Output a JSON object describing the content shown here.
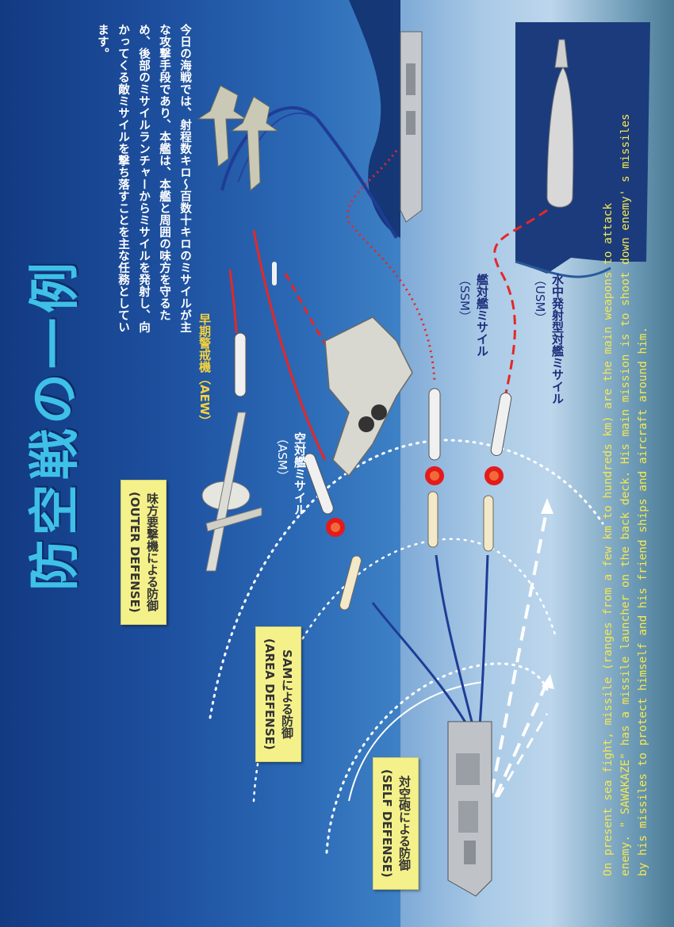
{
  "title": "防空戦の一例",
  "intro_text": "今日の海戦では、射程数キロ～百数十キロのミサイルが主な攻撃手段であり、本艦は、本艦と周囲の味方を守るため、後部のミサイルランチャーからミサイルを発射し、向かってくる敵ミサイルを撃ち落すことを主な任務としています。",
  "defense_zones": {
    "outer": {
      "jp": "味方要撃機による防御",
      "en": "(OUTER DEFENSE)"
    },
    "area": {
      "jp": "SAMによる防御",
      "en": "(AREA DEFENSE)"
    },
    "self": {
      "jp": "対空砲による防御",
      "en": "(SELF DEFENSE)"
    }
  },
  "threat_labels": {
    "aew": "早期警戒機（AEW）",
    "asm": {
      "jp": "空対艦ミサイル",
      "en": "（ASM）"
    },
    "ssm": {
      "jp": "艦対艦ミサイル",
      "en": "（SSM）"
    },
    "usm": {
      "jp": "水中発射型対艦ミサイル",
      "en": "（USM）"
    }
  },
  "english_caption": [
    "On present sea fight, missile (ranges from a few km to hundreds km) are the main weapons to attack",
    "enemy. \" SAWAKAZE\"  has a missile launcher on the back deck. His main mission is to shoot down enemy' s missiles",
    "by his missiles to protect himself and his friend ships and aircraft around him."
  ],
  "colors": {
    "title": "#3ec0e8",
    "label_box": "#f5f18a",
    "caption": "#f4e850",
    "aew_label": "#f5d23c",
    "ssm_label": "#1c2c7a",
    "enemy_track": "#e32828",
    "friendly_track": "#1f3c96"
  },
  "icons": [
    "fighter-jet-icon",
    "aew-aircraft-icon",
    "destroyer-ship-icon",
    "enemy-ship-icon",
    "submarine-icon",
    "missile-icon",
    "explosion-icon"
  ]
}
